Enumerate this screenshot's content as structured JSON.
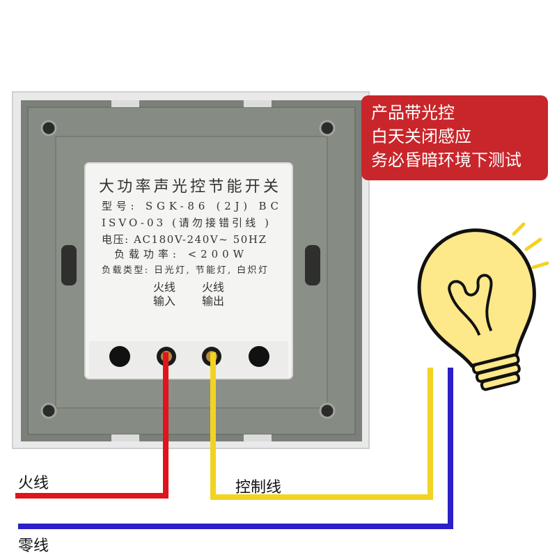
{
  "module": {
    "title": "大功率声光控节能开关",
    "model_line": "型号: SGK-86 (2J) BC",
    "model_line2": "ISVO-03 (请勿接错引线 )",
    "voltage": "电压: AC180V-240V~ 50HZ",
    "power": "负载功率: <200W",
    "load_type": "负载类型: 日光灯, 节能灯, 白炽灯",
    "terminal_in_1": "火线",
    "terminal_in_2": "输入",
    "terminal_out_1": "火线",
    "terminal_out_2": "输出"
  },
  "callout": {
    "line1": "产品带光控",
    "line2": "白天关闭感应",
    "line3": "务必昏暗环境下测试"
  },
  "wire_labels": {
    "live": "火线",
    "control": "控制线",
    "neutral": "零线"
  },
  "colors": {
    "live_wire": "#e0141c",
    "control_wire": "#f2d322",
    "neutral_wire": "#2a1fc8",
    "callout_bg": "#c8262b",
    "bulb": "#fde88a"
  }
}
